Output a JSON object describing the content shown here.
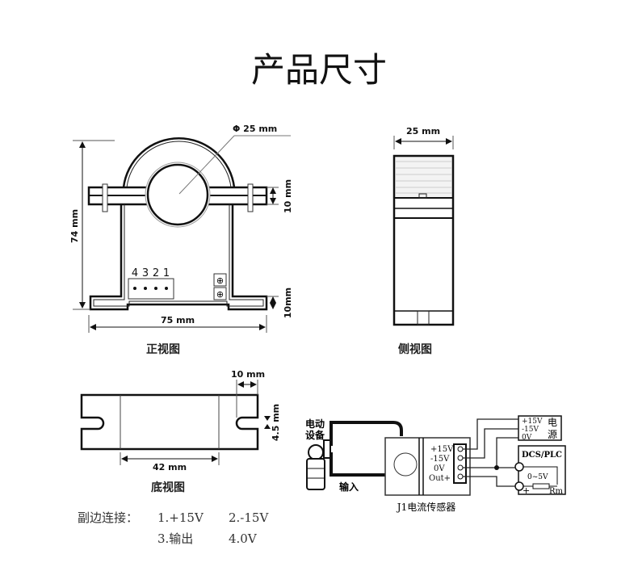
{
  "title": "产品尺寸",
  "front_view": {
    "caption": "正视图",
    "diameter_label": "Φ 25 mm",
    "height_label": "74 mm",
    "width_label": "75 mm",
    "flange_top_label": "10 mm",
    "flange_bottom_label": "10mm",
    "pins": [
      "4",
      "3",
      "2",
      "1"
    ]
  },
  "side_view": {
    "caption": "侧视图",
    "width_label": "25 mm"
  },
  "bottom_view": {
    "caption": "底视图",
    "spacing_label": "42 mm",
    "slot_depth_label": "10 mm",
    "slot_width_label": "4.5 mm"
  },
  "notes": {
    "heading": "副边连接：",
    "items": [
      "1.+15V",
      "2.-15V",
      "3.输出",
      "4.0V"
    ]
  },
  "wiring": {
    "equipment_line1": "电动",
    "equipment_line2": "设备",
    "input_label": "输入",
    "sensor_name": "J1电流传感器",
    "terminals": [
      "+15V",
      "-15V",
      "0V",
      "Out+"
    ],
    "power_labels": [
      "+15V",
      "-15V",
      "0V"
    ],
    "power_title_1": "电",
    "power_title_2": "源",
    "dcs_title": "DCS/PLC",
    "dcs_range": "0~5V",
    "dcs_resistor": "Rm",
    "dcs_plus": "+"
  }
}
